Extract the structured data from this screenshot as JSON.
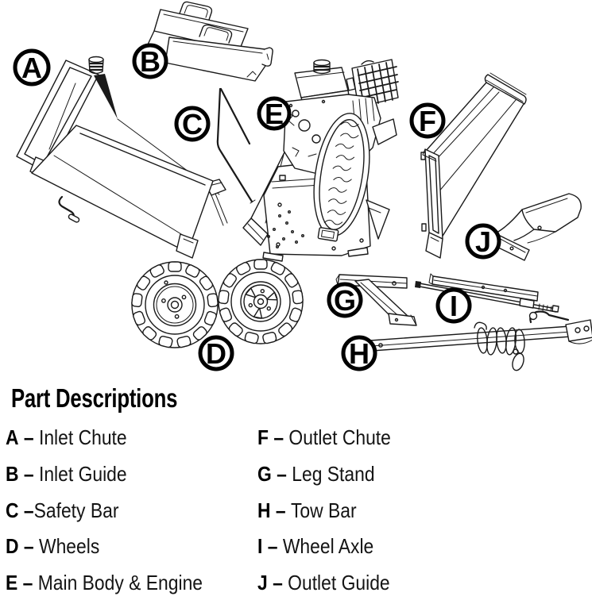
{
  "heading": "Part Descriptions",
  "parts": [
    {
      "letter": "A",
      "sep": " – ",
      "name": "Inlet Chute"
    },
    {
      "letter": "B",
      "sep": " – ",
      "name": "Inlet Guide"
    },
    {
      "letter": "C",
      "sep": " –",
      "name": "Safety Bar"
    },
    {
      "letter": "D",
      "sep": " – ",
      "name": "Wheels"
    },
    {
      "letter": "E",
      "sep": " – ",
      "name": "Main Body & Engine"
    },
    {
      "letter": "F",
      "sep": " – ",
      "name": "Outlet Chute"
    },
    {
      "letter": "G",
      "sep": " – ",
      "name": "Leg Stand"
    },
    {
      "letter": "H",
      "sep": " – ",
      "name": "Tow Bar"
    },
    {
      "letter": "I",
      "sep": " – ",
      "name": "Wheel Axle"
    },
    {
      "letter": "J",
      "sep": " – ",
      "name": "Outlet Guide"
    }
  ],
  "colors": {
    "ink": "#1a1a1a",
    "label_ring": "#000000",
    "background": "#ffffff"
  }
}
